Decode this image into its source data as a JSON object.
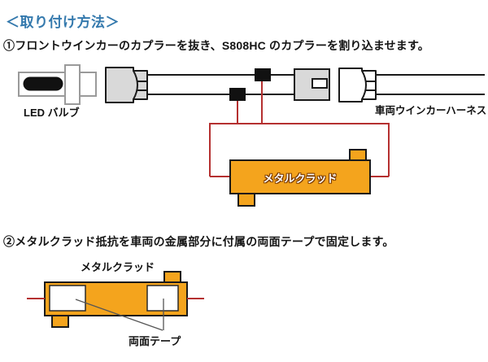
{
  "title": "＜取り付け方法＞",
  "steps": {
    "step1": "①フロントウインカーのカプラーを抜き、S808HC のカプラーを割り込ませます。",
    "step2": "②メタルクラッド抵抗を車両の金属部分に付属の両面テープで固定します。"
  },
  "diagram_install": {
    "led_bulb_label": "LED バルブ",
    "vehicle_harness_label": "車両ウインカーハーネス",
    "resistor_label": "メタルクラッド"
  },
  "diagram_mounting": {
    "resistor_label": "メタルクラッド",
    "tape_label": "両面テープ"
  },
  "colors": {
    "title_blue": "#3479ad",
    "resistor_orange": "#F4A41D",
    "wire_red": "#B53030",
    "connector_gray": "#D9D9D9",
    "wire_black": "#1a1a1a"
  }
}
